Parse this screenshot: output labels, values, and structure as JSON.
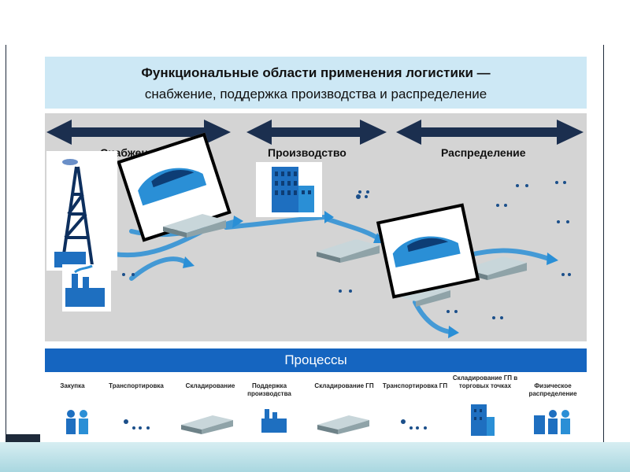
{
  "header": {
    "title_line1": "Функциональные области применения логистики —",
    "title_line2": "снабжение, поддержка производства и распределение"
  },
  "stages": [
    {
      "label": "Снабжение"
    },
    {
      "label": "Производство"
    },
    {
      "label": "Распределение"
    }
  ],
  "processes": {
    "title": "Процессы",
    "items": [
      {
        "label": "Закупка",
        "icon": "people-icon"
      },
      {
        "label": "Транспортировка",
        "icon": "truck-icon"
      },
      {
        "label": "Складирование",
        "icon": "warehouse-icon"
      },
      {
        "label": "Поддержка производства",
        "icon": "factory-icon"
      },
      {
        "label": "Складирование ГП",
        "icon": "warehouse-icon"
      },
      {
        "label": "Транспортировка ГП",
        "icon": "truck-icon"
      },
      {
        "label": "Складирование ГП в торговых точках",
        "icon": "building-icon"
      },
      {
        "label": "Физическое распределение",
        "icon": "people-icon"
      }
    ]
  },
  "colors": {
    "header_bg": "#cde8f5",
    "flow_bg": "#d4d4d4",
    "arrow_dark": "#1b2f4f",
    "accent_blue": "#1565c0",
    "flow_blue": "#2a8fd6"
  }
}
